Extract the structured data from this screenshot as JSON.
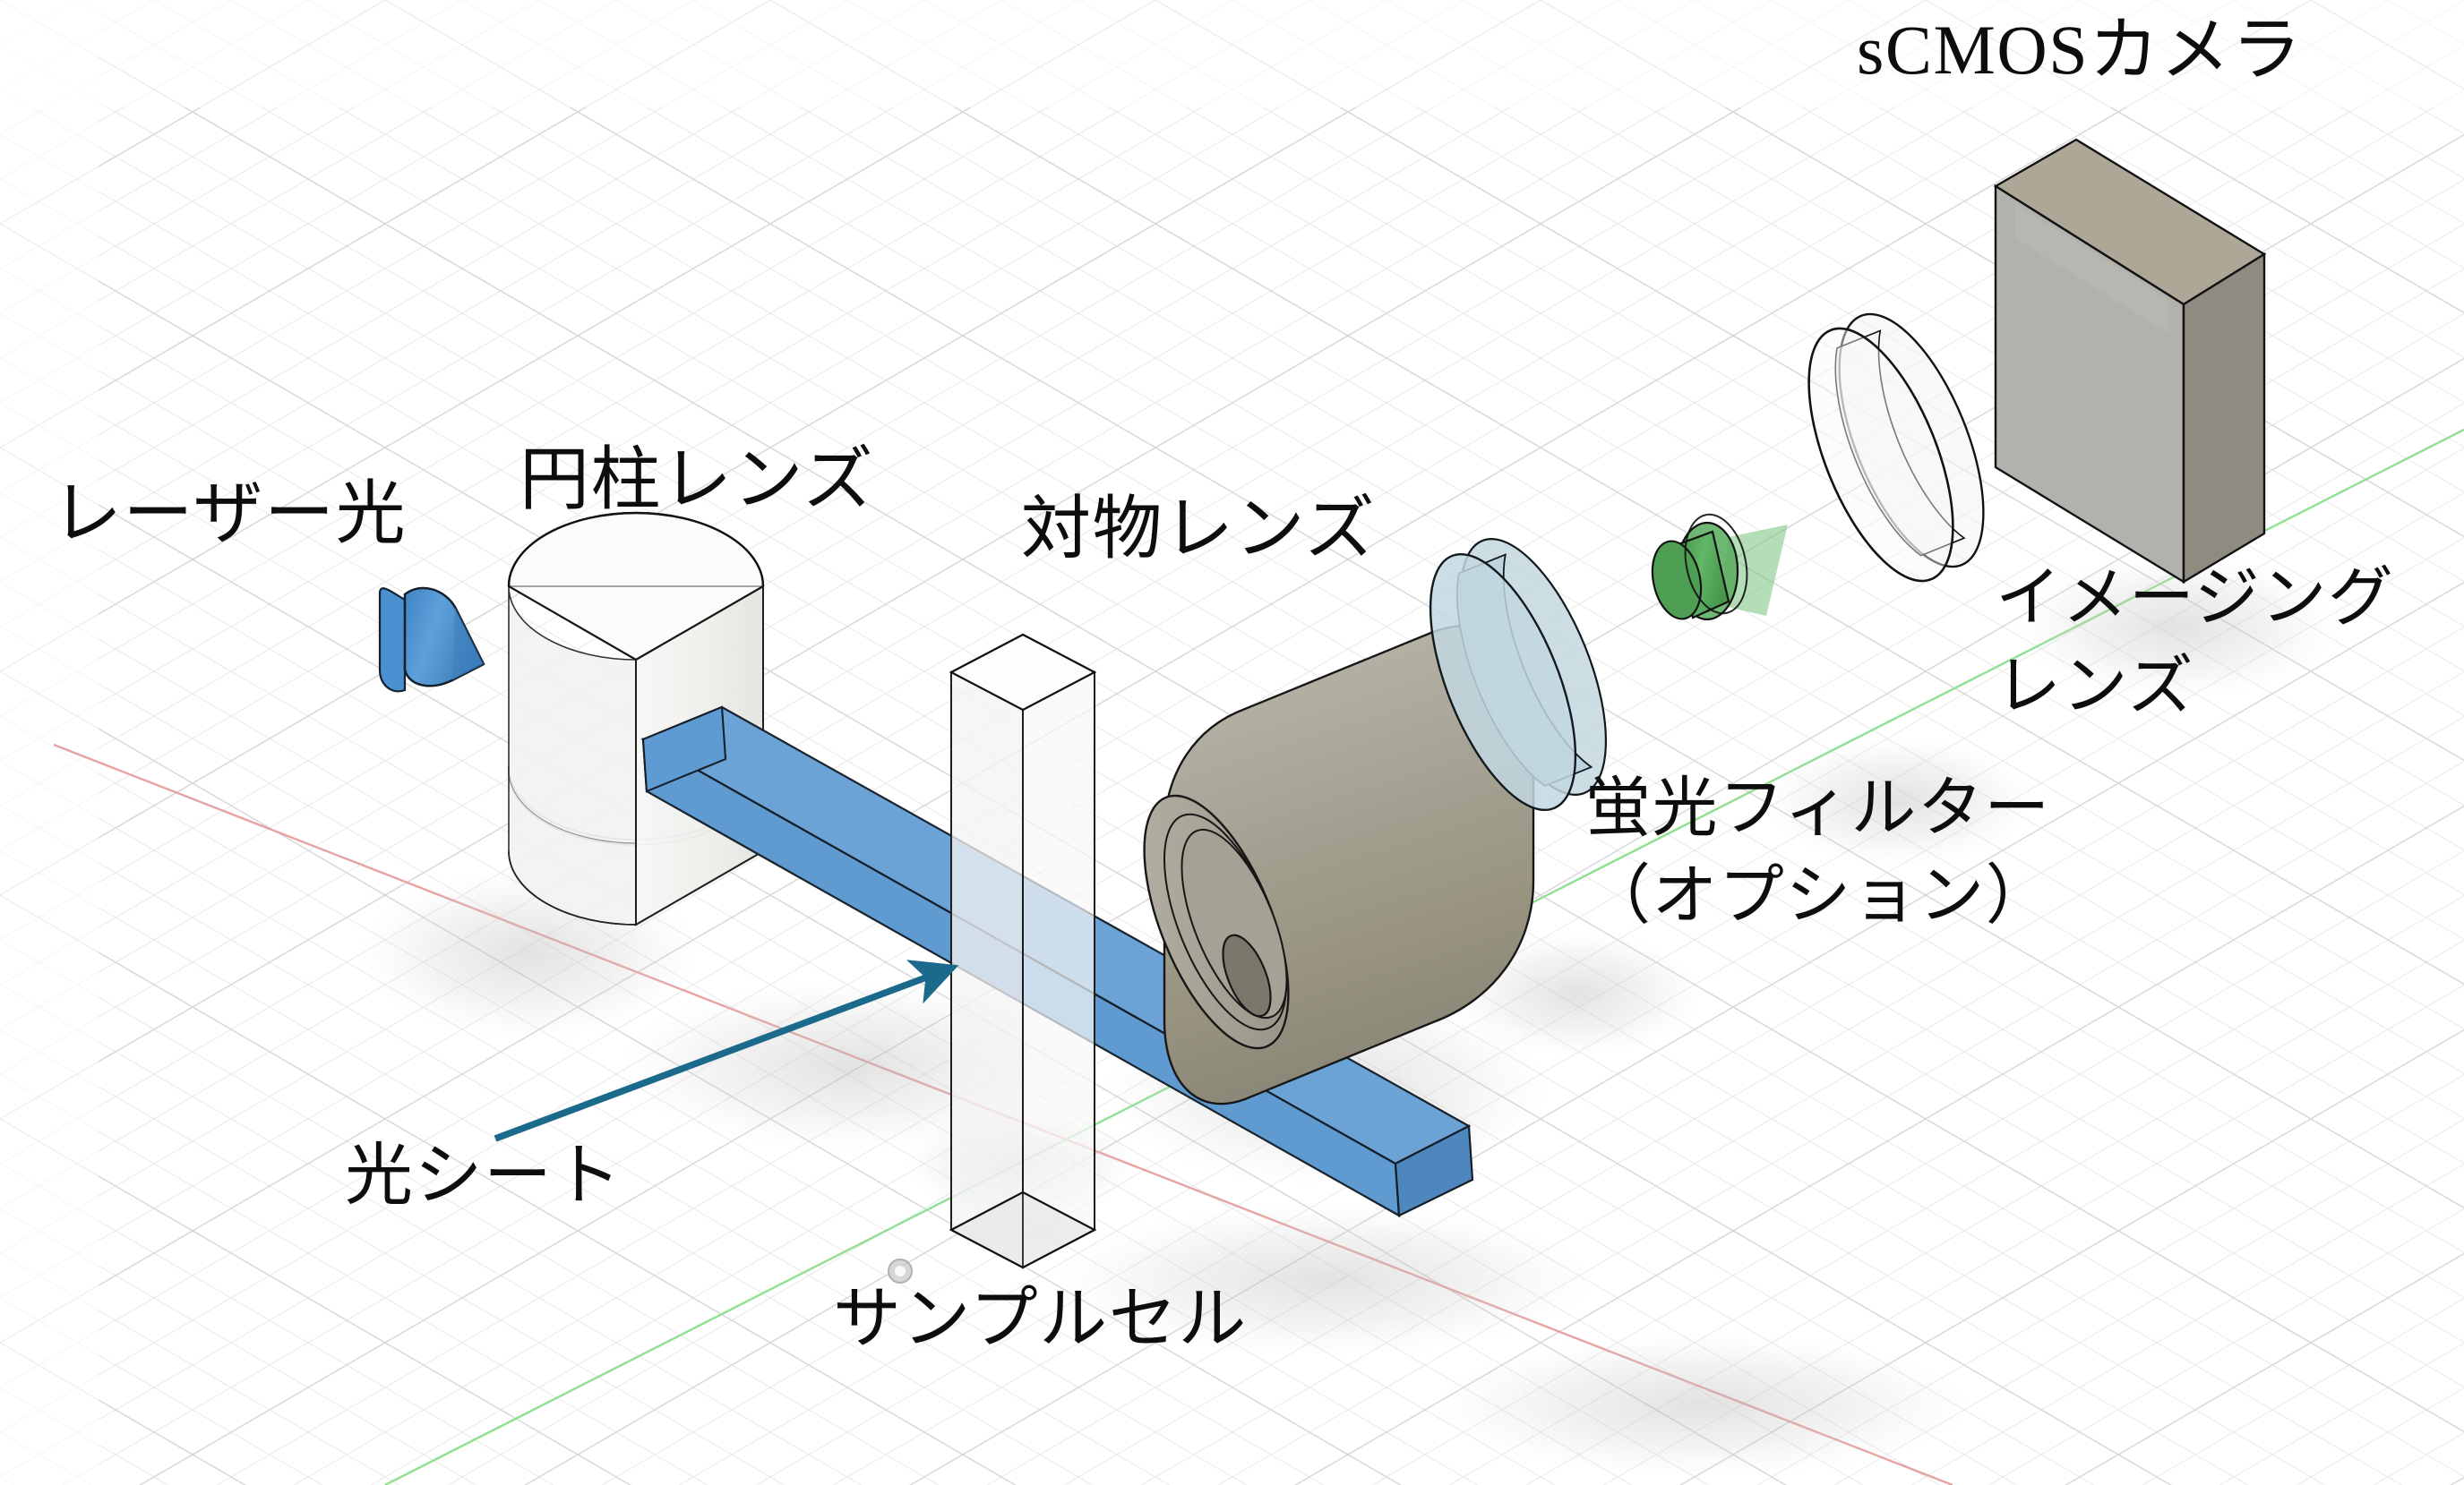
{
  "figure": {
    "title_text": "",
    "kind": "isometric-cad-diagram",
    "subject": "light-sheet fluorescence microscopy optical layout"
  },
  "labels": {
    "laser": "レーザー光",
    "cylindrical_lens": "円柱レンズ",
    "objective_lens": "対物レンズ",
    "scmos_camera": "sCMOSカメラ",
    "imaging_lens_line1": "イメージング",
    "imaging_lens_line2": "レンズ",
    "fluorescence_filter_line1": "蛍光フィルター",
    "fluorescence_filter_line2": "（オプション）",
    "light_sheet": "光シート",
    "sample_cell": "サンプルセル"
  },
  "colors": {
    "beam_top": "#6ba3d6",
    "beam_front": "#5f9bd1",
    "beam_side": "#5a93c6",
    "beam_outline": "#1b2430",
    "laser_cone": "#4f94d4",
    "laser_cone_dark": "#3e82c2",
    "lens_body": "#f4f4f2",
    "lens_body_shade": "#e9e9e6",
    "objective_body": "#a8a497",
    "objective_light": "#b9b5a8",
    "objective_dark": "#8b8778",
    "objective_bore": "#7a766a",
    "filter_glass": "#c2d7e0",
    "filter_glass_edge": "#a9c3cf",
    "imaging_lens_glass": "#f2f3f3",
    "camera_front": "#b1b1ac",
    "camera_top": "#ada597",
    "camera_side": "#8e8a80",
    "emission_arrow": "#4ea352",
    "emission_arrow_dark": "#3e8a45",
    "annotation_arrow": "#1b6a8c",
    "grid_minor": "#ececed",
    "grid_major": "#bfbfc0",
    "axis_x": "#e8a6a6",
    "axis_y": "#8fe08f",
    "outline": "#141414",
    "shadow": "#c9c9c9",
    "text": "#0d0d0d"
  },
  "axes": {
    "x_axis_color_name": "red",
    "y_axis_color_name": "green",
    "origin_marker": "origin-dot"
  },
  "components": [
    {
      "name": "laser-beam-source",
      "label_key": "laser"
    },
    {
      "name": "cylindrical-lens",
      "label_key": "cylindrical_lens"
    },
    {
      "name": "light-sheet-beam",
      "label_key": "light_sheet"
    },
    {
      "name": "sample-cell-cuvette",
      "label_key": "sample_cell"
    },
    {
      "name": "objective-lens",
      "label_key": "objective_lens"
    },
    {
      "name": "fluorescence-filter",
      "label_key": "fluorescence_filter_line1"
    },
    {
      "name": "emission-light-arrow",
      "label_key": null
    },
    {
      "name": "imaging-lens",
      "label_key": "imaging_lens_line1"
    },
    {
      "name": "scmos-camera",
      "label_key": "scmos_camera"
    }
  ]
}
